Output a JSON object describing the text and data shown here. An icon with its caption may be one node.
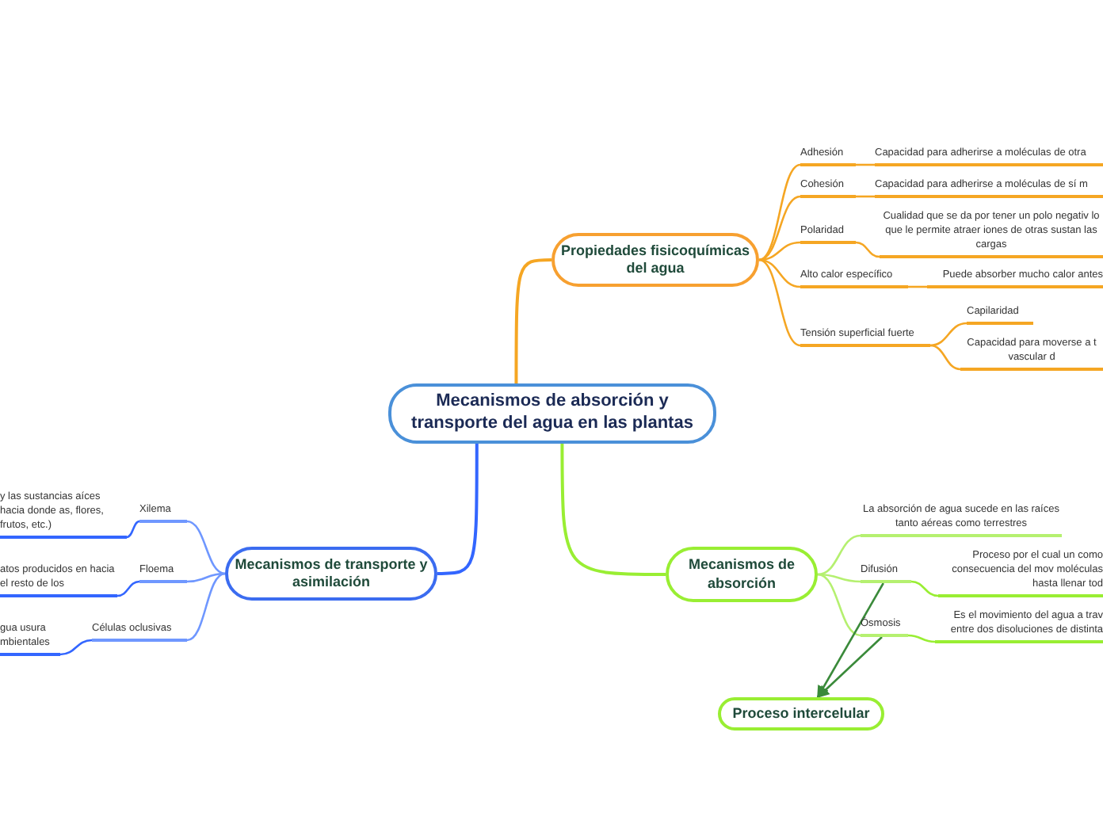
{
  "diagram": {
    "nodes": [
      {
        "text": [
          "Mecanismos de absorción y transporte del agua en las plantas"
        ]
      },
      {
        "text": [
          "Propiedades fisicoquímicas del agua"
        ]
      },
      {
        "text": [
          "Adhesión"
        ]
      },
      {
        "text": [
          "Capacidad para adherirse a moléculas de otra"
        ]
      },
      {
        "text": [
          "Cohesión"
        ]
      },
      {
        "text": [
          "Capacidad para adherirse a moléculas de sí m"
        ]
      },
      {
        "text": [
          "Polaridad"
        ]
      },
      {
        "text": [
          "Cualidad que se da por tener un polo negativ lo que le permite atraer iones de otras sustan las cargas"
        ]
      },
      {
        "text": [
          "Alto calor específico"
        ]
      },
      {
        "text": [
          "Puede absorber mucho calor antes"
        ]
      },
      {
        "text": [
          "Tensión superficial fuerte"
        ]
      },
      {
        "text": [
          "Capilaridad"
        ]
      },
      {
        "text": [
          "Capacidad para moverse a t vascular d"
        ]
      },
      {
        "text": [
          "Mecanismos de transporte y asimilación"
        ]
      },
      {
        "text": [
          "Xilema"
        ]
      },
      {
        "text": [
          "y las sustancias aíces hacia donde as, flores, frutos, etc.)"
        ]
      },
      {
        "text": [
          "Floema"
        ]
      },
      {
        "text": [
          "atos producidos en hacia el resto de los"
        ]
      },
      {
        "text": [
          "Células oclusivas"
        ]
      },
      {
        "text": [
          "gua usura mbientales"
        ]
      },
      {
        "text": [
          "Mecanismos de absorción"
        ]
      },
      {
        "text": [
          "La absorción de agua sucede en las raíces tanto aéreas como terrestres"
        ]
      },
      {
        "text": [
          "Difusión"
        ]
      },
      {
        "text": [
          "Proceso por el cual un como consecuencia del mov moléculas hasta llenar tod"
        ]
      },
      {
        "text": [
          "Ósmosis"
        ]
      },
      {
        "text": [
          "Es el movimiento del agua a trav entre dos disoluciones de distinta"
        ]
      },
      {
        "text": [
          "Proceso intercelular"
        ]
      }
    ],
    "edges": [
      {
        "from": 0,
        "to": 1,
        "arrow": "none"
      },
      {
        "from": 1,
        "to": 2,
        "arrow": "none"
      },
      {
        "from": 2,
        "to": 3,
        "arrow": "none"
      },
      {
        "from": 1,
        "to": 4,
        "arrow": "none"
      },
      {
        "from": 4,
        "to": 5,
        "arrow": "none"
      },
      {
        "from": 1,
        "to": 6,
        "arrow": "none"
      },
      {
        "from": 6,
        "to": 7,
        "arrow": "none"
      },
      {
        "from": 1,
        "to": 8,
        "arrow": "none"
      },
      {
        "from": 8,
        "to": 9,
        "arrow": "none"
      },
      {
        "from": 1,
        "to": 10,
        "arrow": "none"
      },
      {
        "from": 10,
        "to": 11,
        "arrow": "none"
      },
      {
        "from": 10,
        "to": 12,
        "arrow": "none"
      },
      {
        "from": 0,
        "to": 13,
        "arrow": "none",
        "color": "#3366ff"
      },
      {
        "from": 13,
        "to": 14,
        "arrow": "none",
        "color": "#6f97ff"
      },
      {
        "from": 14,
        "to": 15,
        "arrow": "none",
        "color": "#3366ff"
      },
      {
        "from": 13,
        "to": 16,
        "arrow": "none",
        "color": "#6f97ff"
      },
      {
        "from": 16,
        "to": 17,
        "arrow": "none",
        "color": "#3366ff"
      },
      {
        "from": 13,
        "to": 18,
        "arrow": "none",
        "color": "#6f97ff"
      },
      {
        "from": 18,
        "to": 19,
        "arrow": "none",
        "color": "#3366ff"
      },
      {
        "from": 0,
        "to": 20,
        "arrow": "none",
        "color": "#99ee33"
      },
      {
        "from": 20,
        "to": 21,
        "arrow": "none",
        "color": "#b5f070"
      },
      {
        "from": 20,
        "to": 22,
        "arrow": "none",
        "color": "#b5f070"
      },
      {
        "from": 22,
        "to": 23,
        "arrow": "none",
        "color": "#99ee33"
      },
      {
        "from": 20,
        "to": 24,
        "arrow": "none",
        "color": "#b5f070"
      },
      {
        "from": 24,
        "to": 25,
        "arrow": "none",
        "color": "#99ee33"
      },
      {
        "from": 22,
        "to": 26,
        "arrow": "to",
        "color": "#3a8a3a"
      },
      {
        "from": 24,
        "to": 26,
        "arrow": "to",
        "color": "#3a8a3a"
      }
    ]
  }
}
